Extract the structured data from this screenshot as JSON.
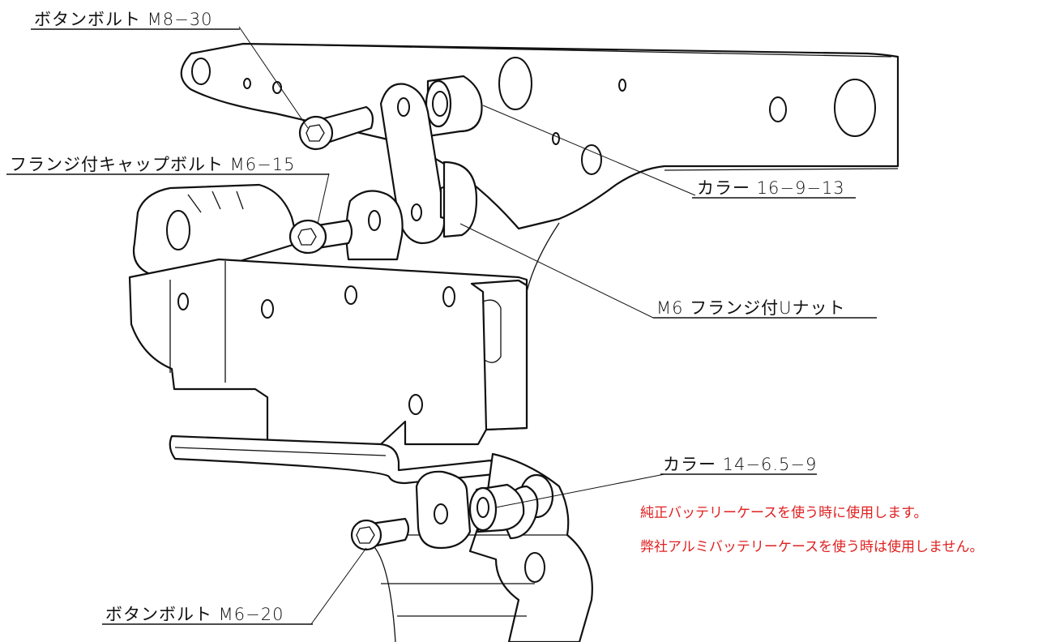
{
  "callouts": {
    "button_bolt_m8": "ボタンボルト M8−30",
    "flange_cap_bolt": "フランジ付キャップボルト M6−15",
    "collar_16": "カラー 16−9−13",
    "flange_nut": "M6 フランジ付Uナット",
    "collar_14": "カラー 14−6.5−9",
    "button_bolt_m6": "ボタンボルト M6−20"
  },
  "notes": {
    "line1": "純正バッテリーケースを使う時に使用します。",
    "line2": "弊社アルミバッテリーケースを使う時は使用しません。"
  },
  "colors": {
    "line": "#111111",
    "note_text": "#e02020",
    "background": "#ffffff"
  }
}
